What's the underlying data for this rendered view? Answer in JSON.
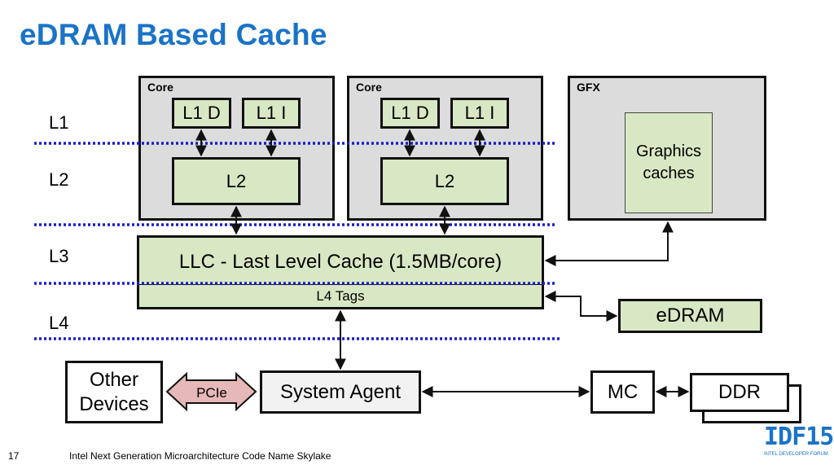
{
  "title": "eDRAM Based Cache",
  "levels": [
    "L1",
    "L2",
    "L3",
    "L4"
  ],
  "cores": [
    {
      "label": "Core",
      "l1d": "L1 D",
      "l1i": "L1 I",
      "l2": "L2"
    },
    {
      "label": "Core",
      "l1d": "L1 D",
      "l1i": "L1 I",
      "l2": "L2"
    }
  ],
  "gfx": {
    "label": "GFX",
    "caches": "Graphics caches"
  },
  "llc": "LLC - Last Level Cache (1.5MB/core)",
  "l4_tags": "L4 Tags",
  "edram": "eDRAM",
  "other_devices": "Other Devices",
  "pcie": "PCIe",
  "system_agent": "System Agent",
  "mc": "MC",
  "ddr": "DDR",
  "footer": {
    "page": "17",
    "text": "Intel Next Generation Microarchitecture Code Name Skylake"
  },
  "logo": {
    "main": "IDF15",
    "sub": "INTEL DEVELOPER FORUM"
  },
  "colors": {
    "title": "#1a73c7",
    "dotted": "#1a1ad0",
    "green": "#d9e8c4",
    "gray": "#dcdcdc",
    "pcie": "#e6b8b8"
  }
}
